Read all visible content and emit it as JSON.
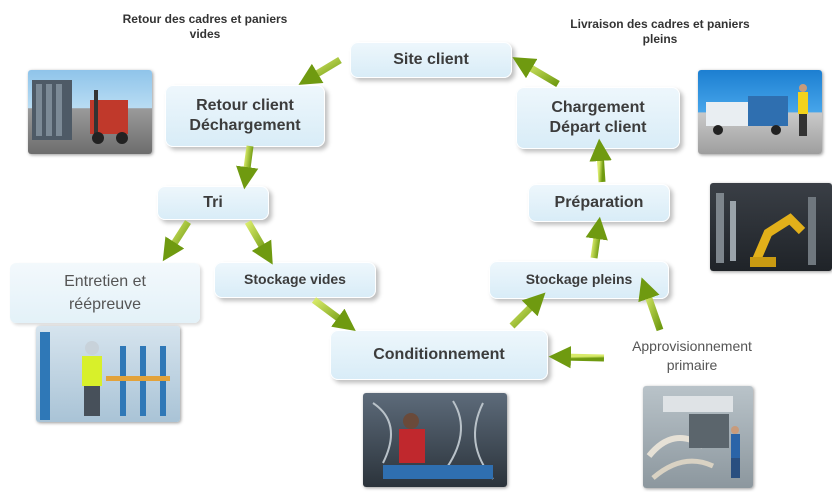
{
  "captions": {
    "top_left": "Retour des cadres et paniers\nvides",
    "top_right": "Livraison des cadres et paniers\npleins"
  },
  "steps": {
    "site_client": "Site client",
    "retour_client": "Retour client\nDéchargement",
    "tri": "Tri",
    "entretien": "Entretien et\nréépreuve",
    "stockage_vides": "Stockage vides",
    "conditionnement": "Conditionnement",
    "stockage_pleins": "Stockage pleins",
    "preparation": "Préparation",
    "chargement": "Chargement\nDépart client",
    "approvisionnement": "Approvisionnement\nprimaire"
  },
  "colors": {
    "arrow_light": "#d8ea6a",
    "arrow_dark": "#6f9a10",
    "box_top": "#eef7fc",
    "box_bottom": "#d8ecf7"
  }
}
